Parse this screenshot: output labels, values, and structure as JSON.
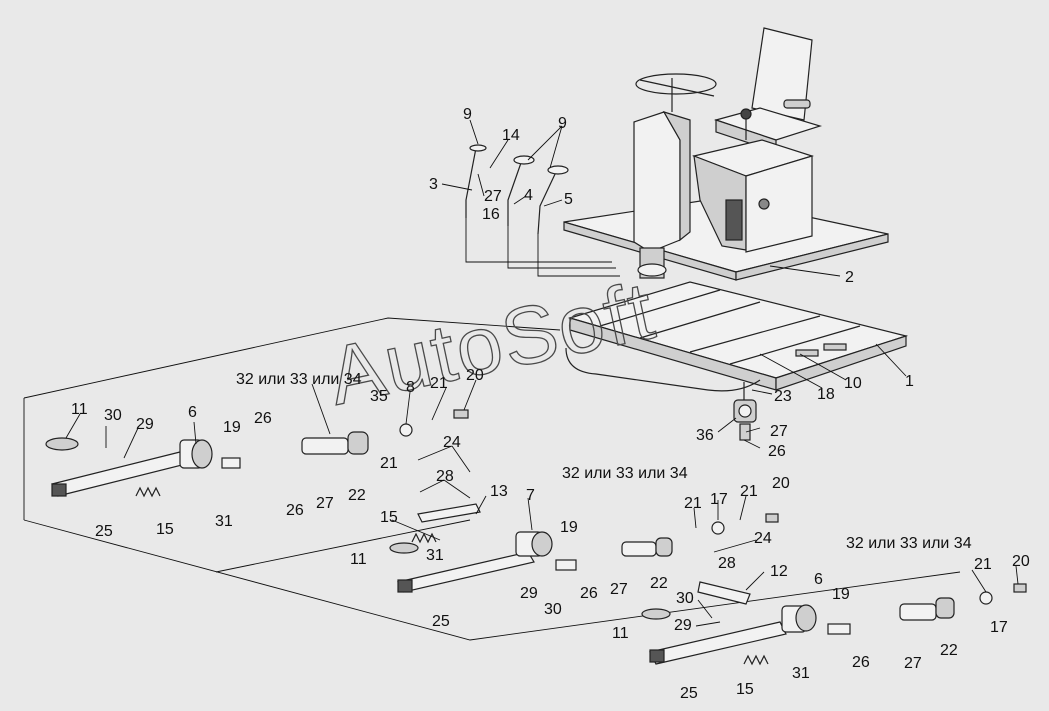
{
  "watermark": "AutoSoft",
  "callouts": {
    "c9a": "9",
    "c14": "14",
    "c9b": "9",
    "c3": "3",
    "c27a": "27",
    "c16": "16",
    "c4": "4",
    "c5": "5",
    "c2": "2",
    "c1": "1",
    "c10": "10",
    "c18": "18",
    "c23": "23",
    "c36": "36",
    "c27b": "27",
    "c26a": "26",
    "c11a": "11",
    "c30a": "30",
    "c29a": "29",
    "c6a": "6",
    "c19a": "19",
    "c26b": "26",
    "c32a": "32 или 33 или 34",
    "c35": "35",
    "c8": "8",
    "c21a": "21",
    "c20a": "20",
    "c21b": "21",
    "c24a": "24",
    "c28a": "28",
    "c13": "13",
    "c22a": "22",
    "c26c": "26",
    "c27c": "27",
    "c25a": "25",
    "c15a": "15",
    "c31a": "31",
    "c7": "7",
    "c15b": "15",
    "c11b": "11",
    "c31b": "31",
    "c29b": "29",
    "c30b": "30",
    "c25b": "25",
    "c19b": "19",
    "c26d": "26",
    "c27d": "27",
    "c22b": "22",
    "c32b": "32 или 33 или 34",
    "c21c": "21",
    "c17a": "17",
    "c21d": "21",
    "c20b": "20",
    "c24b": "24",
    "c28b": "28",
    "c12": "12",
    "c32c": "32 или 33 или 34",
    "c6b": "6",
    "c30c": "30",
    "c29c": "29",
    "c11c": "11",
    "c19c": "19",
    "c26e": "26",
    "c27e": "27",
    "c22c": "22",
    "c21e": "21",
    "c20c": "20",
    "c17b": "17",
    "c25c": "25",
    "c15c": "15",
    "c31c": "31"
  }
}
